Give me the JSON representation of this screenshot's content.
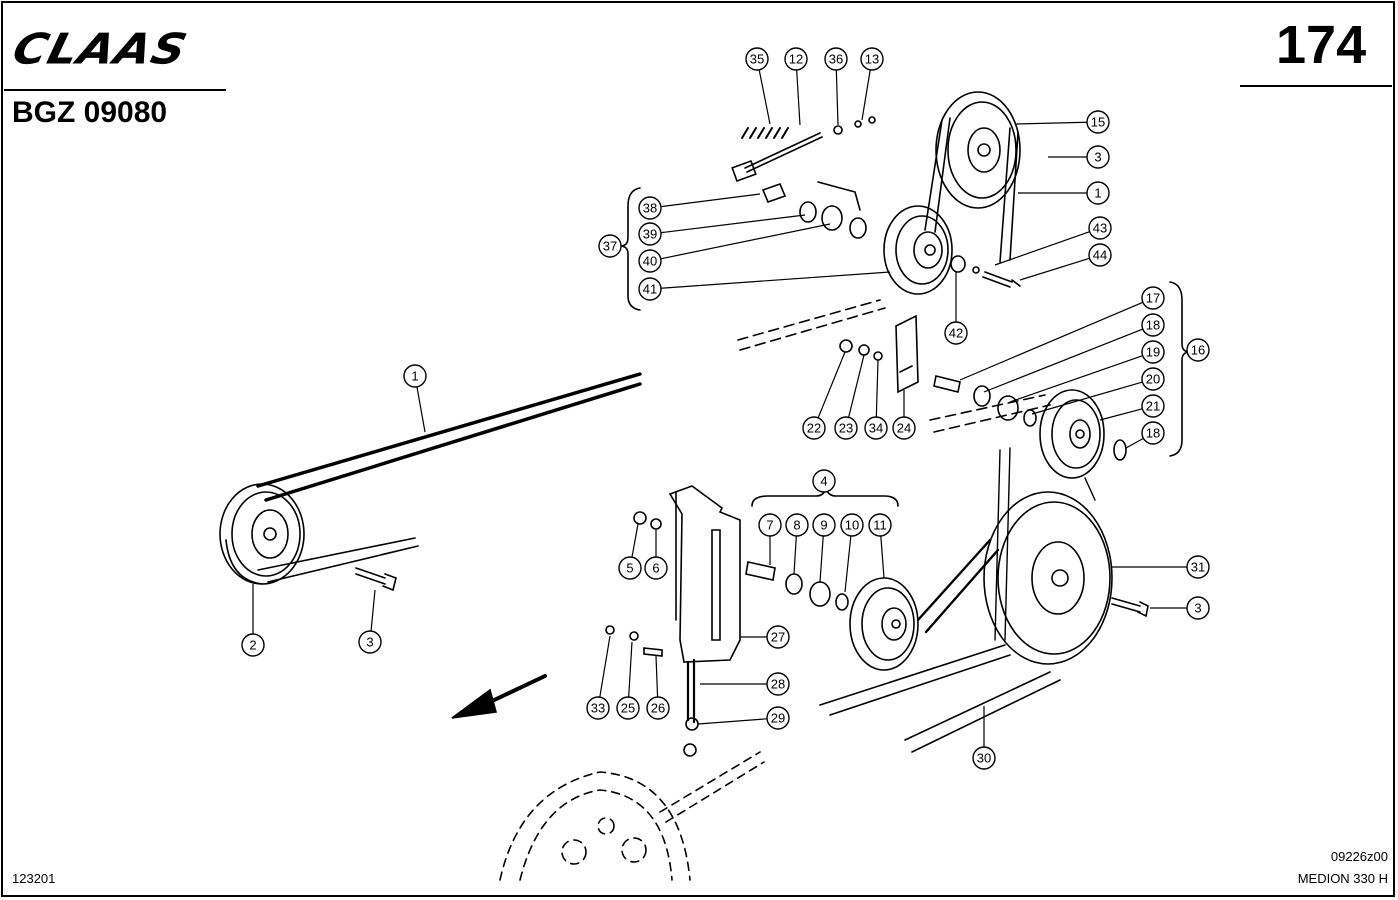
{
  "header": {
    "brand": "CLAAS",
    "doc_code": "BGZ 09080",
    "page_number": "174"
  },
  "footer": {
    "left_code": "123201",
    "drawing_ref": "09226z00",
    "model": "MEDION 330 H"
  },
  "callouts": [
    "35",
    "12",
    "36",
    "13",
    "15",
    "3",
    "1",
    "38",
    "39",
    "37",
    "40",
    "41",
    "43",
    "44",
    "42",
    "17",
    "18",
    "19",
    "16",
    "20",
    "21",
    "18",
    "22",
    "23",
    "34",
    "24",
    "1",
    "2",
    "3",
    "4",
    "7",
    "8",
    "9",
    "10",
    "11",
    "5",
    "6",
    "31",
    "3",
    "27",
    "33",
    "25",
    "26",
    "28",
    "29",
    "30"
  ]
}
